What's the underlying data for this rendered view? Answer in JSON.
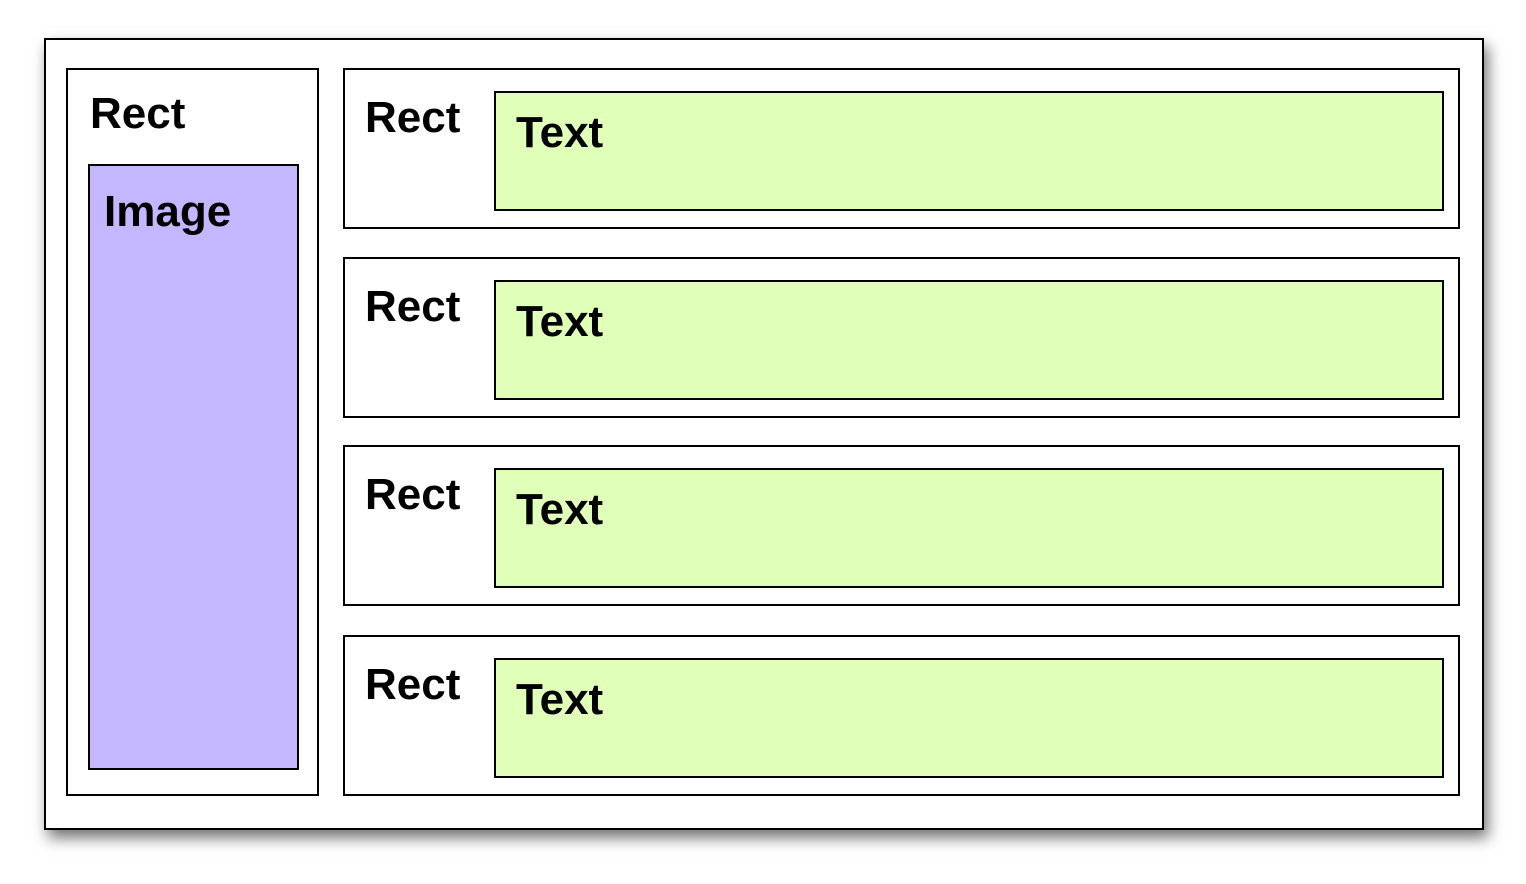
{
  "colors": {
    "image_fill": "#c4b7ff",
    "text_fill": "#e0ffb8",
    "border": "#000000",
    "background": "#ffffff"
  },
  "left_panel": {
    "label": "Rect",
    "image": {
      "label": "Image"
    }
  },
  "rows": [
    {
      "rect_label": "Rect",
      "text_label": "Text"
    },
    {
      "rect_label": "Rect",
      "text_label": "Text"
    },
    {
      "rect_label": "Rect",
      "text_label": "Text"
    },
    {
      "rect_label": "Rect",
      "text_label": "Text"
    }
  ]
}
